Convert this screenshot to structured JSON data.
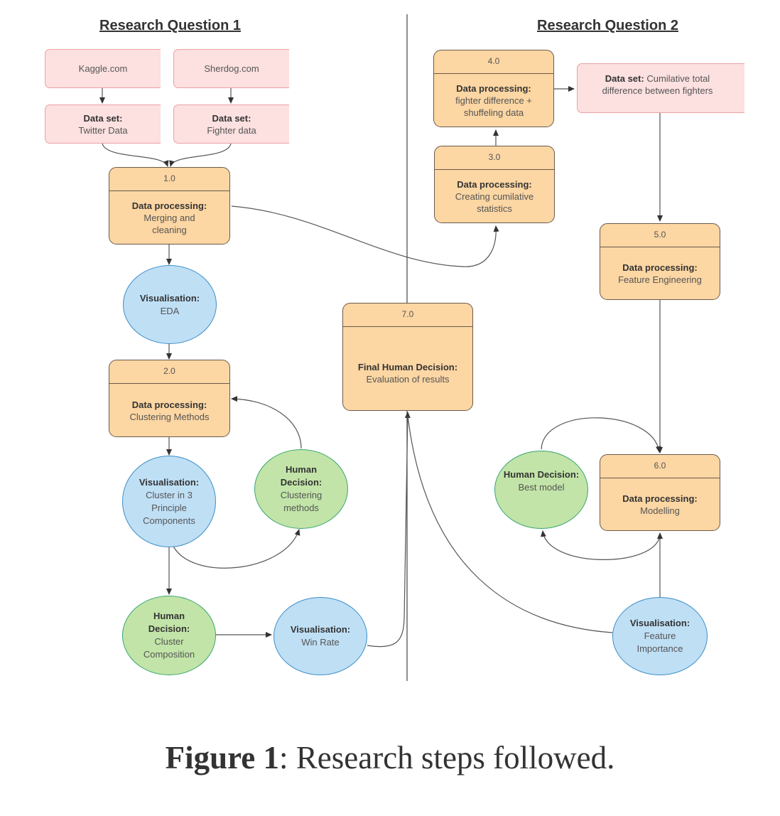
{
  "headings": {
    "rq1": "Research Question 1",
    "rq2": "Research Question 2"
  },
  "sources": {
    "kaggle": {
      "bold": "",
      "text": "Kaggle.com"
    },
    "sherdog": {
      "bold": "",
      "text": "Sherdog.com"
    },
    "twitter": {
      "bold": "Data set:",
      "text": "Twitter Data"
    },
    "fighter": {
      "bold": "Data set:",
      "text": "Fighter data"
    },
    "cumulative": {
      "bold": "Data set:",
      "text": "Cumilative total  difference between fighters"
    }
  },
  "processes": {
    "p1": {
      "num": "1.0",
      "bold": "Data processing:",
      "text": "Merging and cleaning"
    },
    "p2": {
      "num": "2.0",
      "bold": "Data processing:",
      "text": "Clustering Methods"
    },
    "p3": {
      "num": "3.0",
      "bold": "Data processing:",
      "text": "Creating cumilative statistics"
    },
    "p4": {
      "num": "4.0",
      "bold": "Data processing:",
      "text": "fighter difference + shuffeling data"
    },
    "p5": {
      "num": "5.0",
      "bold": "Data processing:",
      "text": "Feature Engineering"
    },
    "p6": {
      "num": "6.0",
      "bold": "Data processing:",
      "text": "Modelling"
    },
    "p7": {
      "num": "7.0",
      "bold": "Final Human Decision:",
      "text": "Evaluation of results"
    }
  },
  "ellipses": {
    "eda": {
      "bold": "Visualisation:",
      "text": "EDA"
    },
    "cluster_pc": {
      "bold": "Visualisation:",
      "text": "Cluster in 3 Principle Components"
    },
    "clustering_methods": {
      "bold": "Human Decision:",
      "text": "Clustering methods"
    },
    "cluster_comp": {
      "bold": "Human Decision:",
      "text": "Cluster Composition"
    },
    "win_rate": {
      "bold": "Visualisation:",
      "text": "Win Rate"
    },
    "best_model": {
      "bold": "Human Decision:",
      "text": "Best model"
    },
    "feature_importance": {
      "bold": "Visualisation:",
      "text": "Feature Importance"
    }
  },
  "caption": {
    "label": "Figure 1",
    "text": ": Research steps followed."
  },
  "colors": {
    "source_fill": "#fde0e0",
    "process_fill": "#fcd6a3",
    "visualisation_fill": "#bfdff5",
    "decision_fill": "#c2e4a8"
  }
}
